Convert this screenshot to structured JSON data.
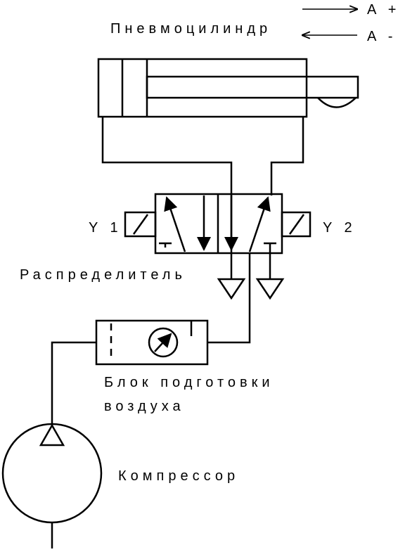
{
  "legend": {
    "extend": "A +",
    "retract": "A -"
  },
  "labels": {
    "cylinder": "Пневмоцилиндр",
    "valve": "Распределитель",
    "solenoid_left": "Y 1",
    "solenoid_right": "Y 2",
    "air_prep_line1": "Блок подготовки",
    "air_prep_line2": "воздуха",
    "compressor": "Компрессор"
  },
  "colors": {
    "line": "#000000",
    "background": "#ffffff"
  }
}
